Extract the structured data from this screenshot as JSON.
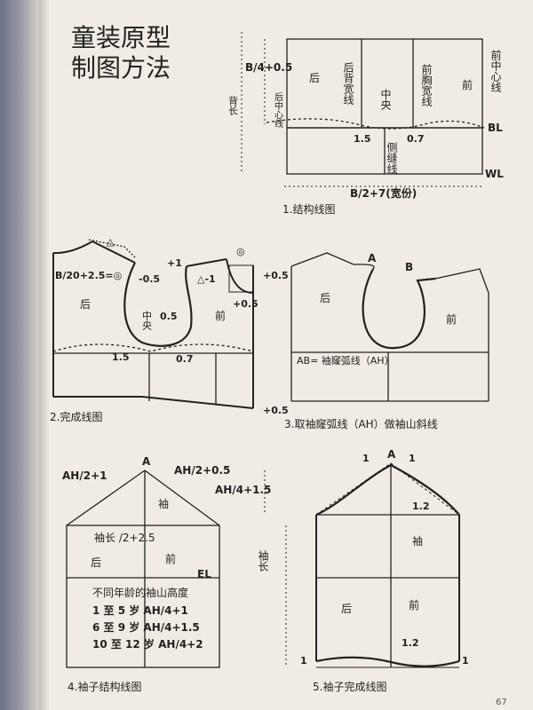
{
  "title_line1": "童装原型",
  "title_line2": "制图方法",
  "page_number": "67",
  "fig1": {
    "caption": "1.结构线图",
    "label_bw": "B/4+0.5",
    "label_back_length": "背长",
    "label_back_center": "后中心线",
    "label_back": "后",
    "label_back_width": "后背宽线",
    "label_center": "中央",
    "label_chest_width": "前胸宽线",
    "label_front": "前",
    "label_front_center": "前中心线",
    "label_bl": "BL",
    "label_wl": "WL",
    "label_15": "1.5",
    "label_07": "0.7",
    "label_side_seam": "侧缝线",
    "label_total": "B/2+7(宽份)"
  },
  "fig2": {
    "caption": "2.完成线图",
    "label_formula": "B/20+2.5=◎",
    "label_m05": "-0.5",
    "label_p1": "+1",
    "label_tri": "△",
    "label_tri_m1": "△-1",
    "label_circ": "◎",
    "label_p05a": "+0.5",
    "label_p05b": "+0.5",
    "label_p05c": "+0.5",
    "label_back": "后",
    "label_front": "前",
    "label_05": "0.5",
    "label_center": "中央",
    "label_15": "1.5",
    "label_07": "0.7"
  },
  "fig3": {
    "caption": "3.取袖窿弧线（AH）做袖山斜线",
    "label_a": "A",
    "label_b": "B",
    "label_back": "后",
    "label_front": "前",
    "label_ah": "AB= 袖窿弧线（AH）"
  },
  "fig4": {
    "caption": "4.袖子结构线图",
    "label_a": "A",
    "label_ah21": "AH/2+1",
    "label_ah205": "AH/2+0.5",
    "label_ah415": "AH/4+1.5",
    "label_sleeve": "袖",
    "label_len": "袖长 /2+2.5",
    "label_back": "后",
    "label_front": "前",
    "label_el": "EL",
    "label_sleeve_len": "袖长",
    "table_title": "不同年龄的袖山高度",
    "rows": [
      "1 至 5 岁 AH/4+1",
      "6 至 9 岁 AH/4+1.5",
      "10 至 12 岁 AH/4+2"
    ]
  },
  "fig5": {
    "caption": "5.袖子完成线图",
    "label_a": "A",
    "label_1a": "1",
    "label_1b": "1",
    "label_12a": "1.2",
    "label_sleeve": "袖",
    "label_back": "后",
    "label_front": "前",
    "label_12b": "1.2",
    "label_1c": "1",
    "label_1d": "1"
  }
}
